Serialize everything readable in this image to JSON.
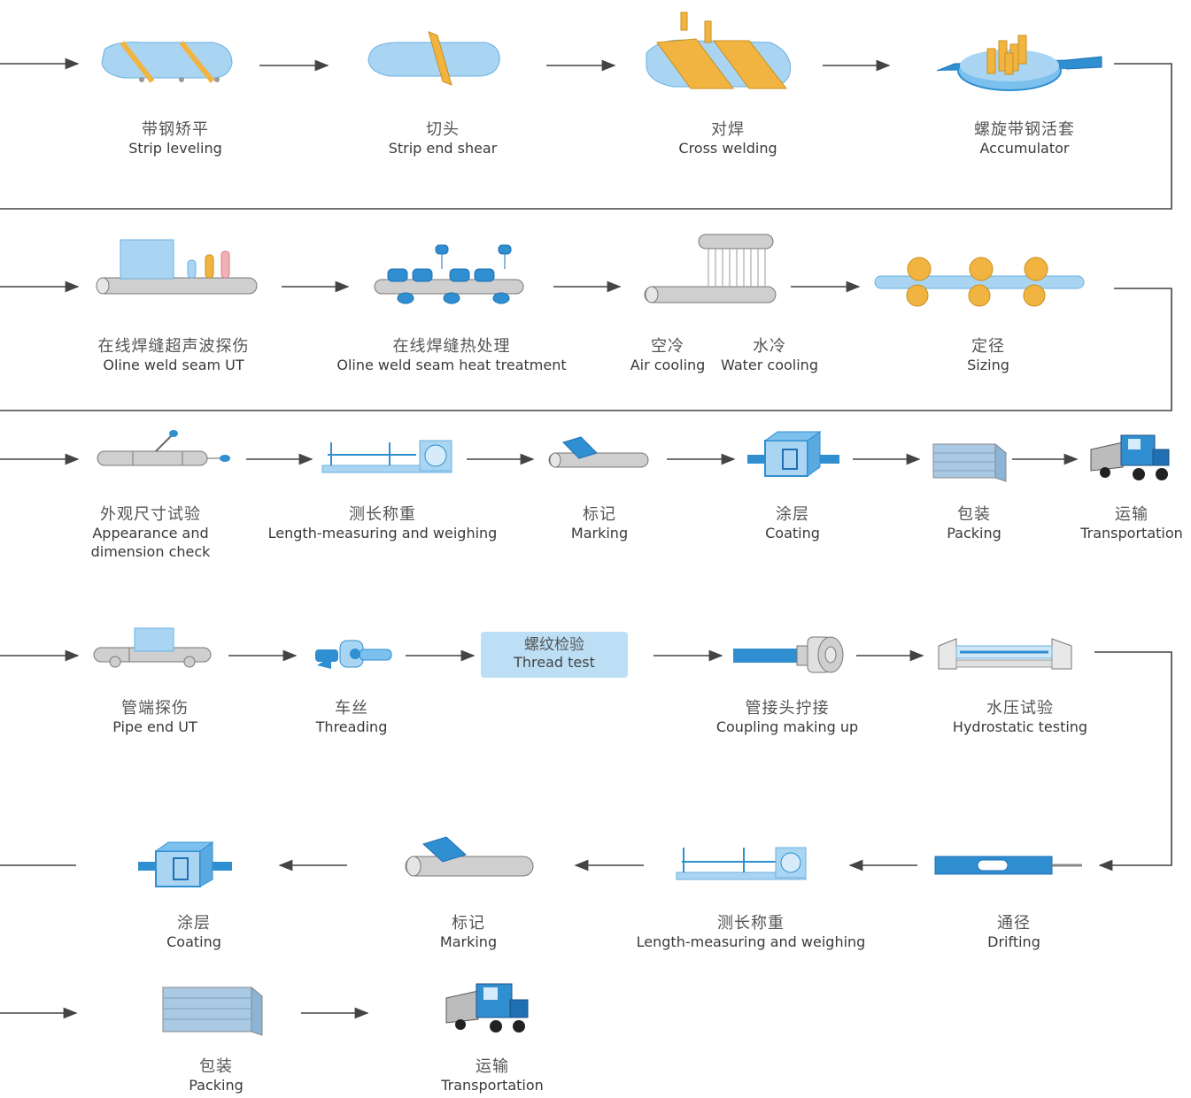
{
  "steps": [
    {
      "zh": "带钢矫平",
      "en": "Strip leveling"
    },
    {
      "zh": "切头",
      "en": "Strip end shear"
    },
    {
      "zh": "对焊",
      "en": "Cross welding"
    },
    {
      "zh": "螺旋带钢活套",
      "en": "Accumulator"
    },
    {
      "zh": "在线焊缝超声波探伤",
      "en": "Oline weld seam UT"
    },
    {
      "zh": "在线焊缝热处理",
      "en": "Oline weld seam heat treatment"
    },
    {
      "zh": "空冷",
      "en": "Air cooling"
    },
    {
      "zh": "水冷",
      "en": "Water cooling"
    },
    {
      "zh": "定径",
      "en": "Sizing"
    },
    {
      "zh": "外观尺寸试验",
      "en": "Appearance and",
      "en2": "dimension check"
    },
    {
      "zh": "测长称重",
      "en": "Length-measuring and weighing"
    },
    {
      "zh": "标记",
      "en": "Marking"
    },
    {
      "zh": "涂层",
      "en": "Coating"
    },
    {
      "zh": "包装",
      "en": "Packing"
    },
    {
      "zh": "运输",
      "en": "Transportation"
    },
    {
      "zh": "管端探伤",
      "en": "Pipe end UT"
    },
    {
      "zh": "车丝",
      "en": "Threading"
    },
    {
      "zh": "螺纹检验",
      "en": "Thread test"
    },
    {
      "zh": "管接头拧接",
      "en": "Coupling making up"
    },
    {
      "zh": "水压试验",
      "en": "Hydrostatic testing"
    },
    {
      "zh": "涂层",
      "en": "Coating"
    },
    {
      "zh": "标记",
      "en": "Marking"
    },
    {
      "zh": "测长称重",
      "en": "Length-measuring and weighing"
    },
    {
      "zh": "通径",
      "en": "Drifting"
    },
    {
      "zh": "包装",
      "en": "Packing"
    },
    {
      "zh": "运输",
      "en": "Transportation"
    }
  ],
  "colors": {
    "light_blue": "#a9d5f3",
    "mid_blue": "#2f8fd1",
    "dark_blue": "#1f6fb5",
    "orange": "#f2b441",
    "grey": "#cfcfcf",
    "line": "#444444"
  },
  "icons": [
    "strip-leveling-icon",
    "strip-shear-icon",
    "cross-welding-icon",
    "accumulator-icon",
    "ultrasonic-icon",
    "heat-treatment-icon",
    "cooling-icon",
    "sizing-rolls-icon",
    "inspection-icon",
    "weighing-icon",
    "marking-icon",
    "coating-box-icon",
    "packing-icon",
    "truck-icon",
    "pipe-end-ut-icon",
    "threading-icon",
    "coupling-icon",
    "hydrostatic-tester-icon",
    "drift-mandrel-icon"
  ]
}
